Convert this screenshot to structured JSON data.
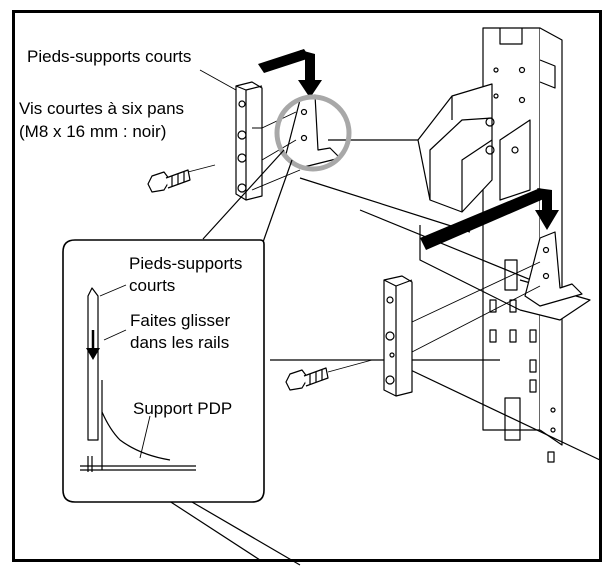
{
  "labels": {
    "short_feet": "Pieds-supports courts",
    "short_hex_screws_line1": "Vis courtes à six pans",
    "short_hex_screws_line2": "(M8 x 16 mm : noir)",
    "detail_short_feet_line1": "Pieds-supports",
    "detail_short_feet_line2": "courts",
    "slide_line1": "Faites glisser",
    "slide_line2": "dans les rails",
    "pdp_support": "Support PDP"
  }
}
